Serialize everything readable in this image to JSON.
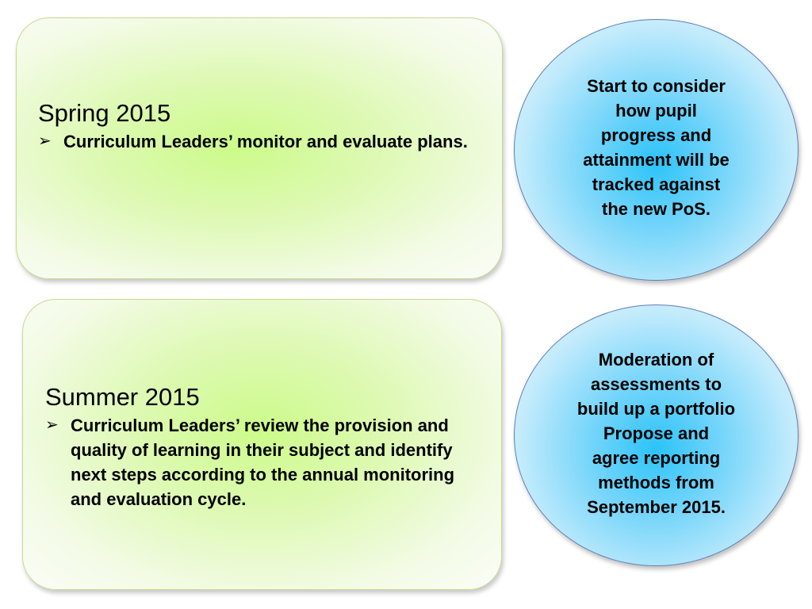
{
  "panels": [
    {
      "title": "Spring 2015",
      "bullet": "Curriculum Leaders’ monitor and evaluate plans."
    },
    {
      "title": "Summer 2015",
      "bullet": "Curriculum Leaders’ review the provision and quality of learning in their subject and identify next steps according to the annual monitoring and evaluation cycle."
    }
  ],
  "bubbles": [
    {
      "text": "Start to consider\nhow pupil\nprogress and\nattainment will be\ntracked against\nthe new PoS."
    },
    {
      "text": "Moderation  of\nassessments to\nbuild up a portfolio\nPropose and\nagree reporting\nmethods from\nSeptember 2015."
    }
  ],
  "icons": {
    "bullet": "➢"
  },
  "colors": {
    "panel_fill": "#ccfb8a",
    "bubble_fill": "#2cc3f8"
  }
}
